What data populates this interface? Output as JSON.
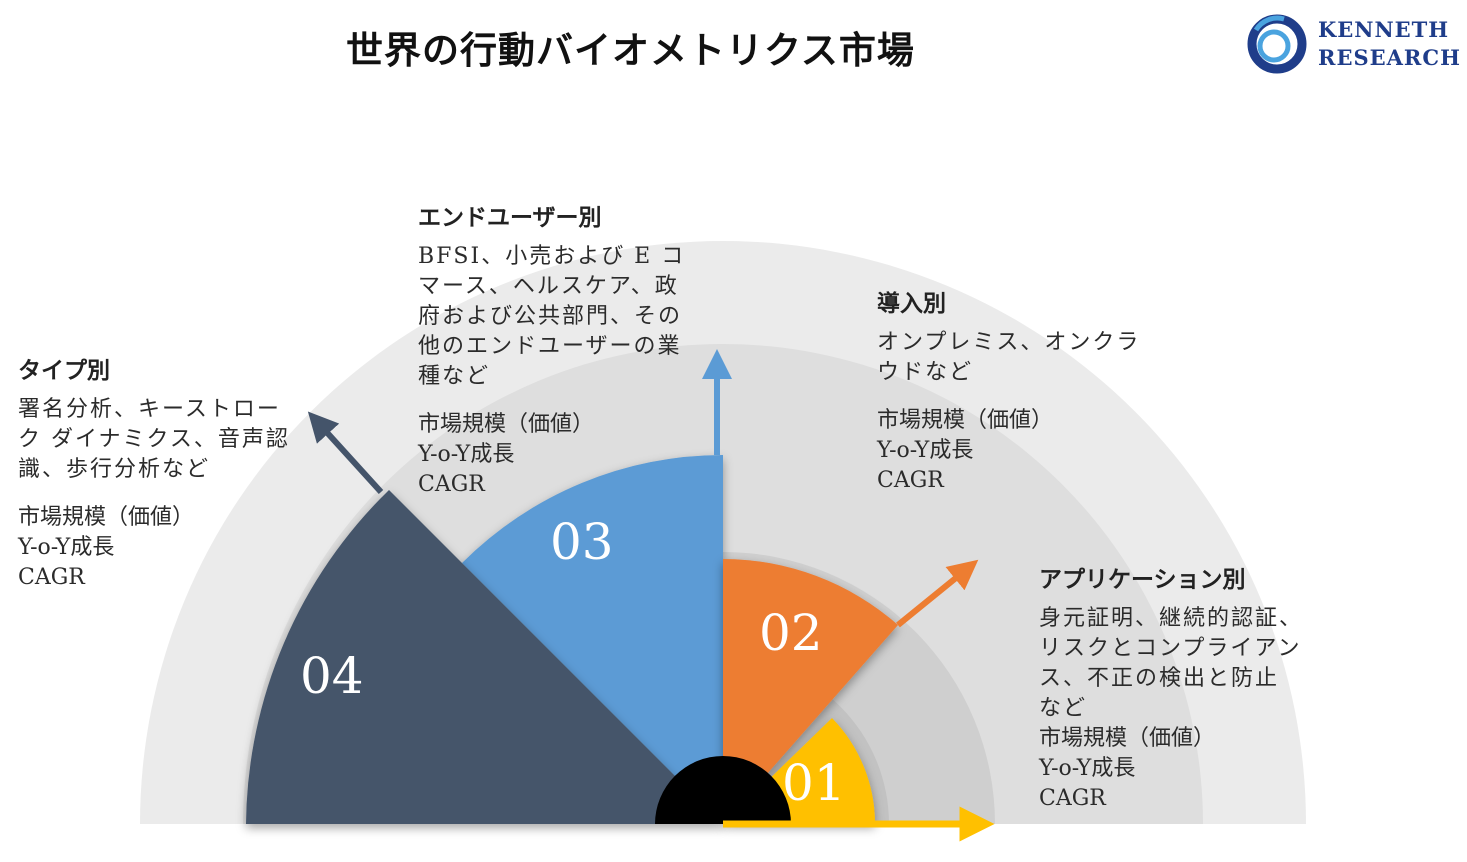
{
  "title": "世界の行動バイオメトリクス市場",
  "logo": {
    "line1": "KENNETH",
    "line2": "RESEARCH"
  },
  "colors": {
    "ring_outer": "#ebebeb",
    "ring_mid": "#dedede",
    "ring_inner1": "#cfcfcf",
    "ring_inner2": "#c2c2c2",
    "seg_01": "#ffc000",
    "seg_02": "#ed7d31",
    "seg_03": "#5b9bd5",
    "seg_04": "#44546a",
    "brand": "#1f3d8a"
  },
  "segments": [
    {
      "num": "01",
      "color": "#ffc000"
    },
    {
      "num": "02",
      "color": "#ed7d31"
    },
    {
      "num": "03",
      "color": "#5b9bd5"
    },
    {
      "num": "04",
      "color": "#44546a"
    }
  ],
  "blocks": {
    "type": {
      "heading": "タイプ別",
      "desc": [
        "署名分析、キーストロー",
        "ク ダイナミクス、音声認",
        "識、歩行分析など"
      ],
      "metrics": [
        "市場規模（価値）",
        "Y-o-Y成長",
        "CAGR"
      ]
    },
    "end_user": {
      "heading": "エンドユーザー別",
      "desc": [
        "BFSI、小売および E コ",
        "マース、ヘルスケア、政",
        "府および公共部門、その",
        "他のエンドユーザーの業",
        "種など"
      ],
      "metrics": [
        "市場規模（価値）",
        "Y-o-Y成長",
        "CAGR"
      ]
    },
    "deployment": {
      "heading": "導入別",
      "desc": [
        "オンプレミス、オンクラ",
        "ウドなど"
      ],
      "metrics": [
        "市場規模（価値）",
        "Y-o-Y成長",
        "CAGR"
      ]
    },
    "application": {
      "heading": "アプリケーション別",
      "desc": [
        "身元証明、継続的認証、",
        "リスクとコンプライアン",
        "ス、不正の検出と防止",
        "など"
      ],
      "metrics": [
        "市場規模（価値）",
        "Y-o-Y成長",
        "CAGR"
      ]
    }
  }
}
